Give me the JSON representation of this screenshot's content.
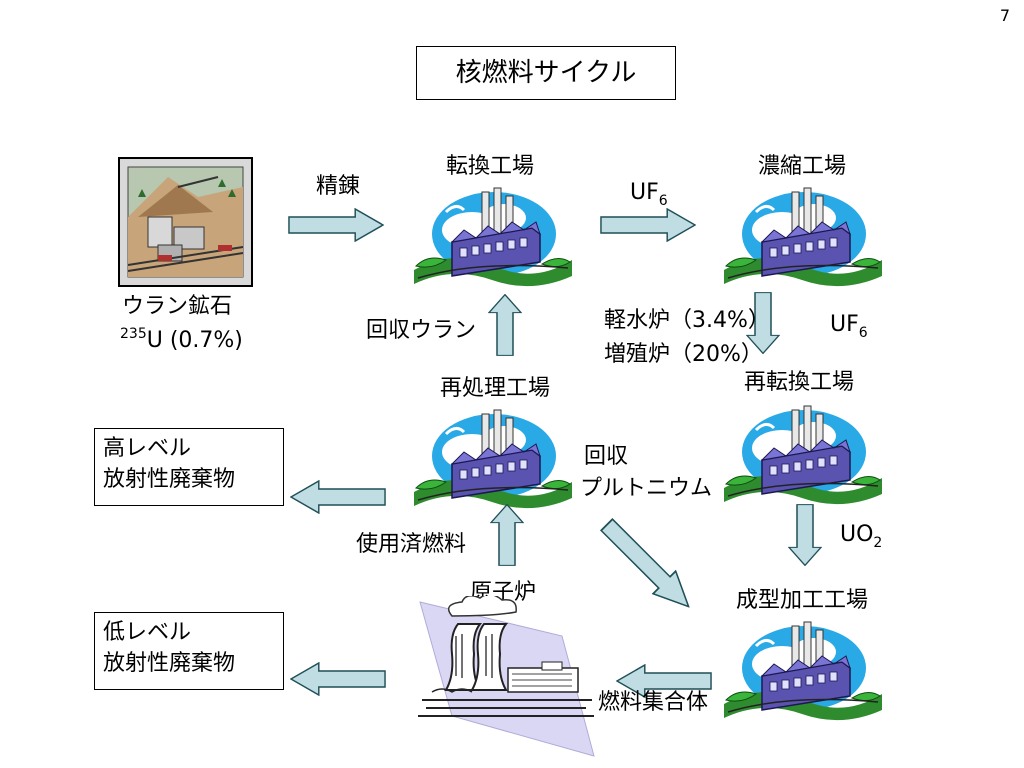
{
  "page_number": "7",
  "title": "核燃料サイクル",
  "colors": {
    "arrow_fill": "#bfdde3",
    "arrow_stroke": "#1f4f57",
    "factory_body": "#5a54b0",
    "factory_sky": "#29a9e6",
    "grass": "#2e8b2e"
  },
  "nodes": {
    "ore": {
      "label": "ウラン鉱石",
      "isotope_mass": "235",
      "isotope_text": "U (0.7%)"
    },
    "conversion": {
      "label": "転換工場"
    },
    "enrichment": {
      "label": "濃縮工場"
    },
    "reprocessing": {
      "label": "再処理工場"
    },
    "reconversion": {
      "label": "再転換工場"
    },
    "fabrication": {
      "label": "成型加工工場"
    },
    "reactor": {
      "label": "原子炉"
    }
  },
  "edges": {
    "refining": "精錬",
    "uf6_top_main": "UF",
    "uf6_top_sub": "6",
    "uf6_right_main": "UF",
    "uf6_right_sub": "6",
    "lwr": "軽水炉（3.4%）",
    "breeder": "増殖炉（20%）",
    "recovered_uranium": "回収ウラン",
    "recovered_plutonium_1": "回収",
    "recovered_plutonium_2": "プルトニウム",
    "uo2_main": "UO",
    "uo2_sub": "2",
    "spent_fuel": "使用済燃料",
    "fuel_assembly": "燃料集合体"
  },
  "waste": {
    "high_1": "高レベル",
    "high_2": "放射性廃棄物",
    "low_1": "低レベル",
    "low_2": "放射性廃棄物"
  }
}
